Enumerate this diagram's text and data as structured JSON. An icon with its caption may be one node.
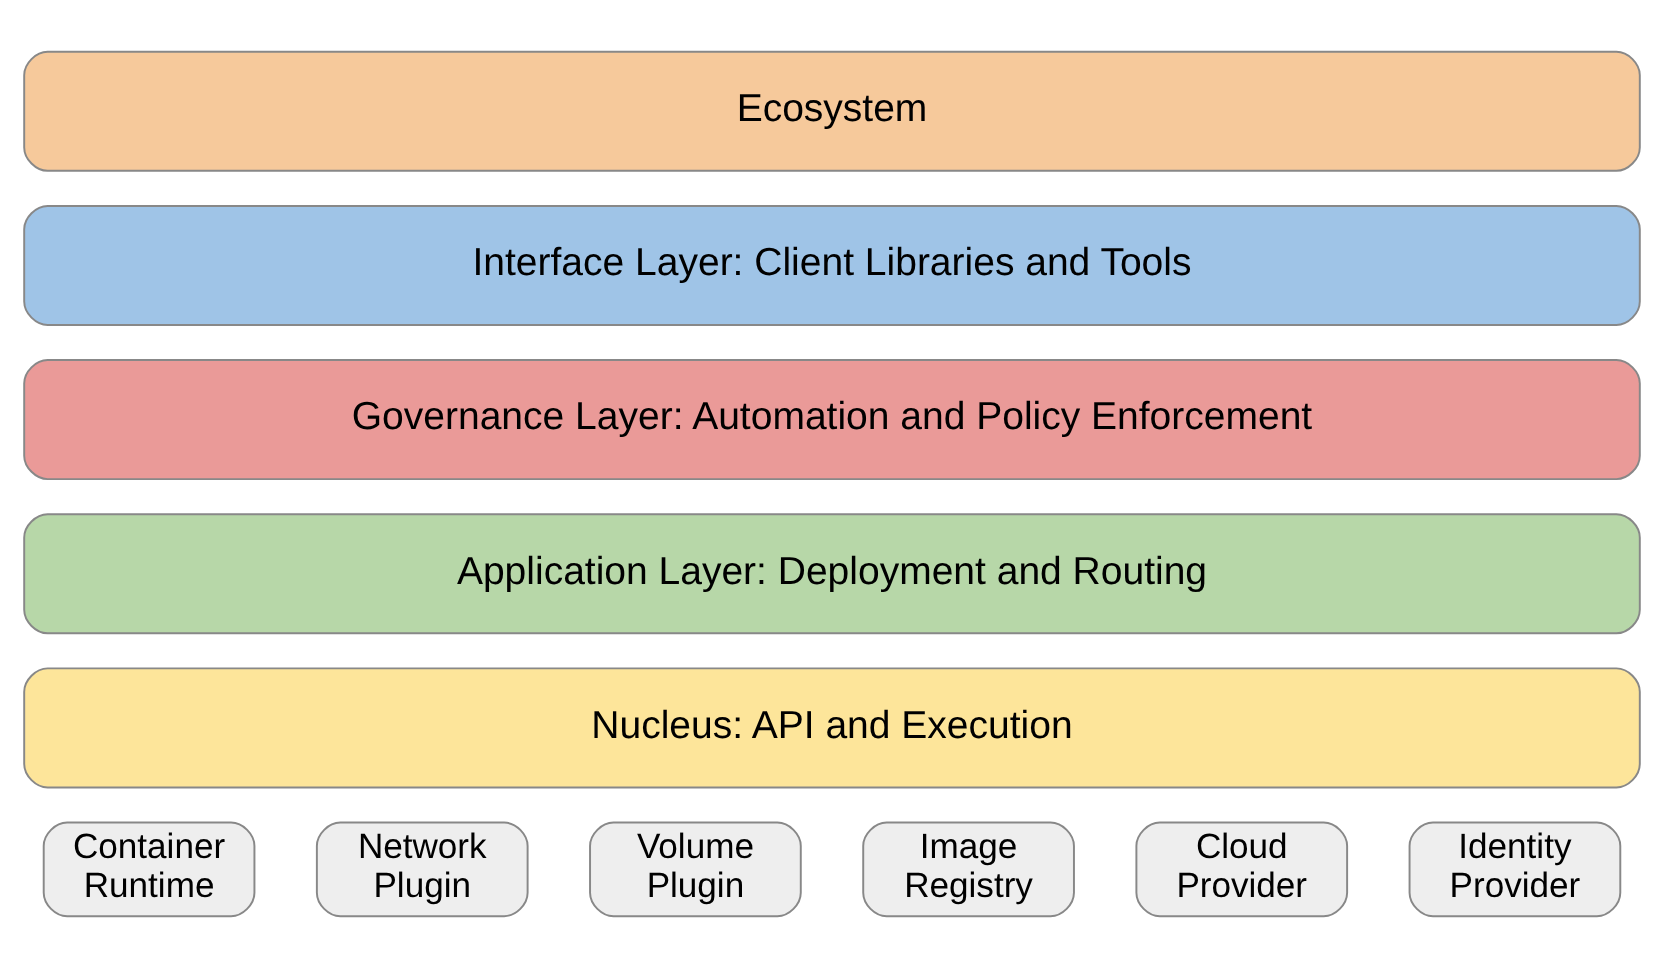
{
  "diagram": {
    "nodes": [
      {
        "text": [
          "Ecosystem"
        ]
      },
      {
        "text": [
          "Interface Layer: Client Libraries and Tools"
        ]
      },
      {
        "text": [
          "Governance Layer: Automation and Policy Enforcement"
        ]
      },
      {
        "text": [
          "Application Layer: Deployment and Routing"
        ]
      },
      {
        "text": [
          "Nucleus: API and Execution"
        ]
      },
      {
        "text": [
          "Container Runtime"
        ]
      },
      {
        "text": [
          "Network Plugin"
        ]
      },
      {
        "text": [
          "Volume Plugin"
        ]
      },
      {
        "text": [
          "Image Registry"
        ]
      },
      {
        "text": [
          "Cloud Provider"
        ]
      },
      {
        "text": [
          "Identity Provider"
        ]
      }
    ]
  }
}
